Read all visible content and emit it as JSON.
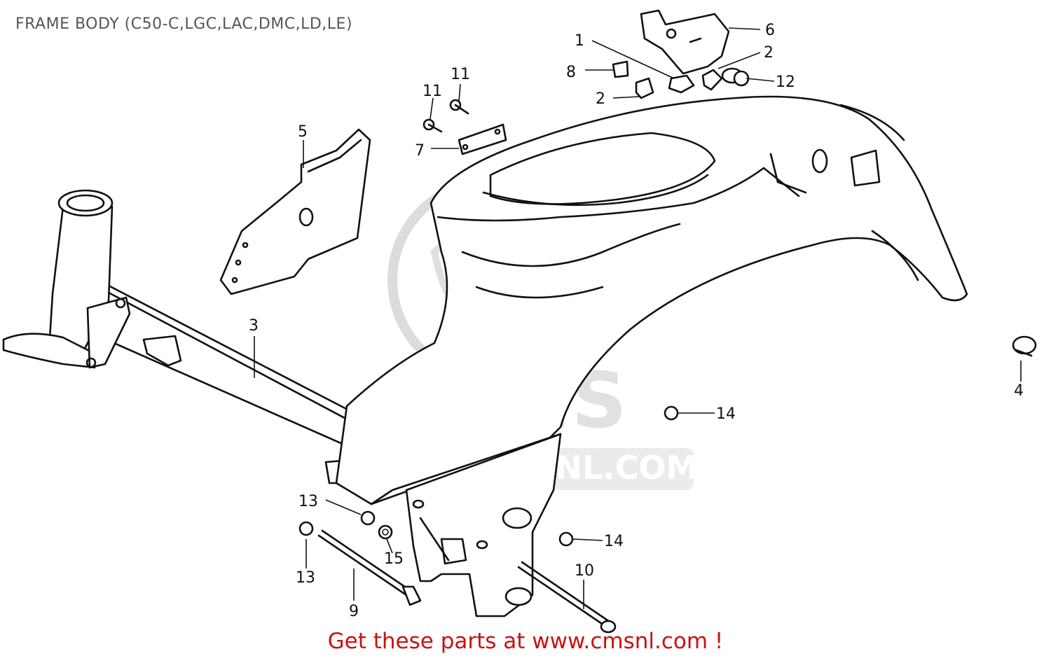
{
  "diagram": {
    "title": "FRAME BODY (C50-C,LGC,LAC,DMC,LD,LE)",
    "watermark": {
      "brand": "CMS",
      "url": "WWW.CMSNL.COM"
    },
    "cta": "Get these parts at www.cmsnl.com !",
    "colors": {
      "line": "#111111",
      "title": "#555555",
      "cta": "#cc1111",
      "watermark": "#d8d8d8"
    },
    "callouts": [
      "1",
      "2",
      "2",
      "3",
      "4",
      "5",
      "6",
      "7",
      "8",
      "9",
      "10",
      "11",
      "11",
      "12",
      "13",
      "13",
      "14",
      "14",
      "15"
    ]
  }
}
